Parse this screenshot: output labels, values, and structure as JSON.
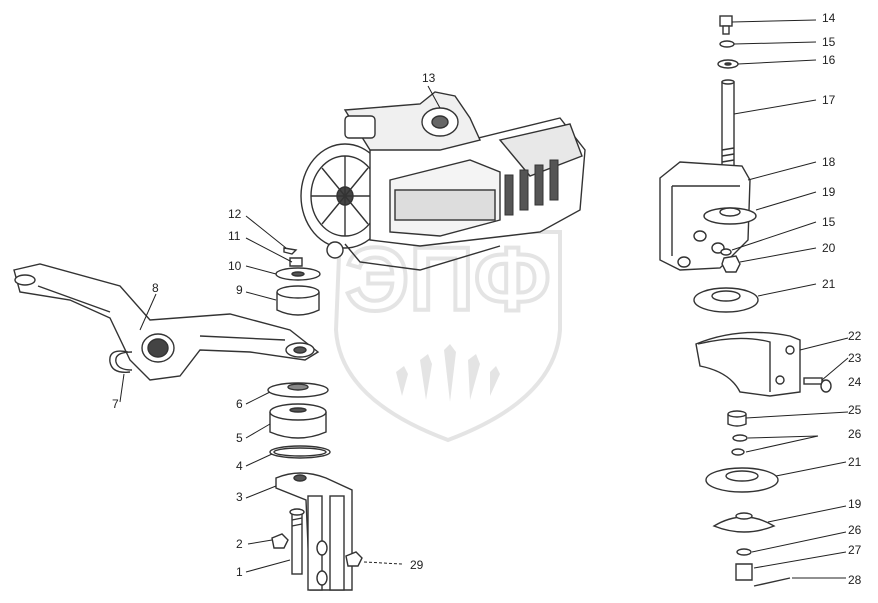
{
  "watermark": {
    "text": "ЭПФ"
  },
  "callouts": {
    "n1": "1",
    "n2": "2",
    "n3": "3",
    "n4": "4",
    "n5": "5",
    "n6": "6",
    "n7": "7",
    "n8": "8",
    "n9": "9",
    "n10": "10",
    "n11": "11",
    "n12": "12",
    "n13": "13",
    "n14": "14",
    "n15a": "15",
    "n15b": "15",
    "n16": "16",
    "n17": "17",
    "n18": "18",
    "n19a": "19",
    "n19b": "19",
    "n20": "20",
    "n21a": "21",
    "n21b": "21",
    "n22": "22",
    "n23": "23",
    "n24": "24",
    "n25": "25",
    "n26a": "26",
    "n26b": "26",
    "n27": "27",
    "n28": "28",
    "n29": "29"
  }
}
